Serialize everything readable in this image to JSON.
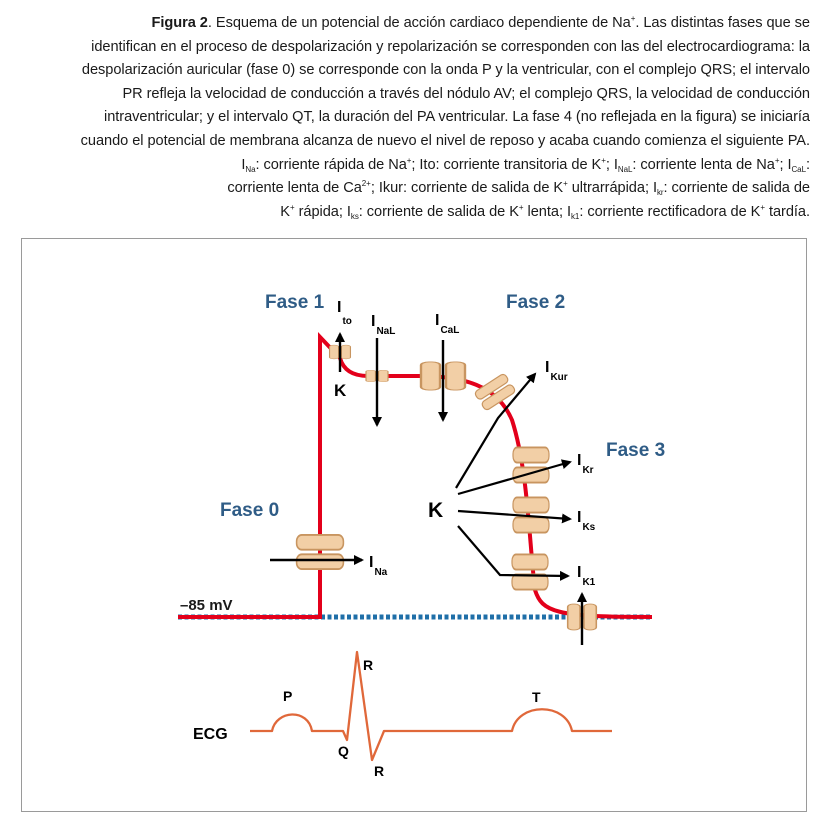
{
  "caption": {
    "bold_label": "Figura 2",
    "line1_rest": ". Esquema de un potencial de acción cardiaco dependiente de Na",
    "line1_sup": "+",
    "line1_end": ". Las distintas fases que se",
    "line2": "identifican en el proceso de despolarización y repolarización se corresponden con las del electrocardiograma: la",
    "line3": "despolarización auricular (fase 0) se corresponde con la onda P y la ventricular, con el complejo QRS; el intervalo",
    "line4": "PR refleja la velocidad de conducción a través del nódulo AV; el complejo QRS, la velocidad de conducción",
    "line5": "intraventricular; y el intervalo QT, la duración del PA ventricular. La fase 4 (no reflejada en la figura) se iniciaría",
    "line6": "cuando el potencial de membrana alcanza de nuevo el nivel de reposo y acaba cuando comienza el siguiente PA.",
    "l7a": "I",
    "l7a_sub": "Na",
    "l7b": ": corriente rápida de Na",
    "l7b_sup": "+",
    "l7c": "; Ito: corriente transitoria de K",
    "l7c_sup": "+",
    "l7d": "; I",
    "l7d_sub": "NaL",
    "l7e": ": corriente lenta de Na",
    "l7e_sup": "+",
    "l7f": "; I",
    "l7f_sub": "CaL",
    "l7g": ":",
    "l8a": "corriente lenta de Ca",
    "l8a_sup": "2+",
    "l8b": "; Ikur: corriente de salida de K",
    "l8b_sup": "+",
    "l8c": " ultrarrápida; I",
    "l8c_sub": "kr",
    "l8d": ": corriente de salida de",
    "l9a": "K",
    "l9a_sup": "+",
    "l9b": " rápida; I",
    "l9b_sub": "ks",
    "l9c": ": corriente de salida de K",
    "l9c_sup": "+",
    "l9d": " lenta; I",
    "l9d_sub": "k1",
    "l9e": ": corriente rectificadora de K",
    "l9e_sup": "+",
    "l9f": " tardía."
  },
  "diagram": {
    "phase0": "Fase 0",
    "phase1": "Fase 1",
    "phase2": "Fase 2",
    "phase3": "Fase 3",
    "resting": "–85 mV",
    "ion_k_small": "K",
    "ion_k_big": "K",
    "currents": {
      "to": {
        "main": "I",
        "sub": "to"
      },
      "nal": {
        "main": "I",
        "sub": "NaL"
      },
      "cal": {
        "main": "I",
        "sub": "CaL"
      },
      "kur": {
        "main": "I",
        "sub": "Kur"
      },
      "kr": {
        "main": "I",
        "sub": "Kr"
      },
      "ks": {
        "main": "I",
        "sub": "Ks"
      },
      "k1": {
        "main": "I",
        "sub": "K1"
      },
      "na": {
        "main": "I",
        "sub": "Na"
      }
    },
    "ecg": {
      "label": "ECG",
      "p": "P",
      "q": "Q",
      "r_top": "R",
      "r_bottom": "R",
      "t": "T"
    }
  },
  "colors": {
    "ap_line": "#e3001b",
    "resting_dots": "#1f6fa8",
    "channel_fill": "#f2cfa6",
    "channel_stroke": "#c89560",
    "phase_text": "#2f5c86",
    "ecg_line": "#e0683a",
    "arrow": "#000000"
  }
}
